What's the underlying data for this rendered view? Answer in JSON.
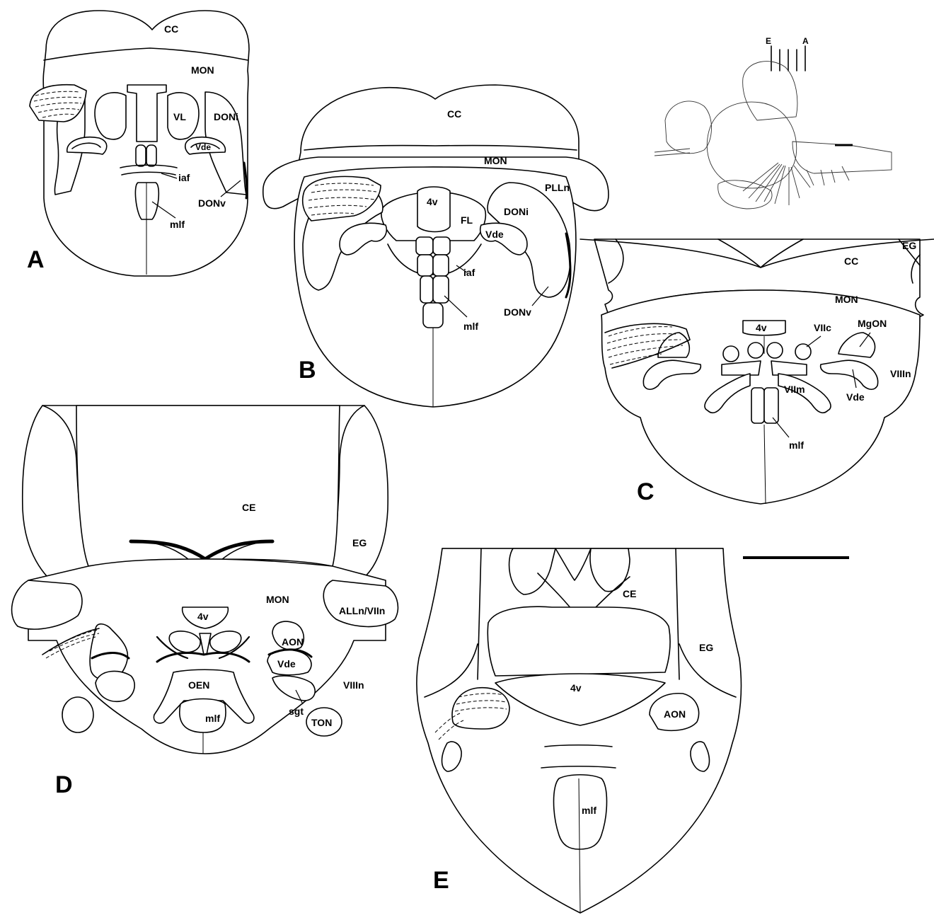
{
  "panels": {
    "A": {
      "letter": "A",
      "labels": {
        "cc": "CC",
        "mon": "MON",
        "vl": "VL",
        "doni": "DONi",
        "vde": "Vde",
        "iaf": "iaf",
        "donv": "DONv",
        "mlf": "mlf"
      }
    },
    "B": {
      "letter": "B",
      "labels": {
        "cc": "CC",
        "mon": "MON",
        "plln": "PLLn",
        "v4": "4v",
        "fl": "FL",
        "doni": "DONi",
        "vde": "Vde",
        "iaf": "iaf",
        "donv": "DONv",
        "mlf": "mlf"
      }
    },
    "C": {
      "letter": "C",
      "labels": {
        "cc": "CC",
        "eg": "EG",
        "mon": "MON",
        "v4": "4v",
        "viic": "VIIc",
        "mgon": "MgON",
        "viim": "VIIm",
        "vde": "Vde",
        "viiin": "VIIIn",
        "mlf": "mlf"
      }
    },
    "D": {
      "letter": "D",
      "labels": {
        "ce": "CE",
        "eg": "EG",
        "mon": "MON",
        "alln": "ALLn/VIIn",
        "v4": "4v",
        "aon": "AON",
        "vde": "Vde",
        "oen": "OEN",
        "viiin": "VIIIn",
        "sgt": "sgt",
        "mlf": "mlf",
        "ton": "TON"
      }
    },
    "E": {
      "letter": "E",
      "labels": {
        "ce": "CE",
        "eg": "EG",
        "v4": "4v",
        "aon": "AON",
        "mlf": "mlf"
      }
    }
  },
  "inset": {
    "left_mark": "E",
    "right_mark": "A"
  }
}
